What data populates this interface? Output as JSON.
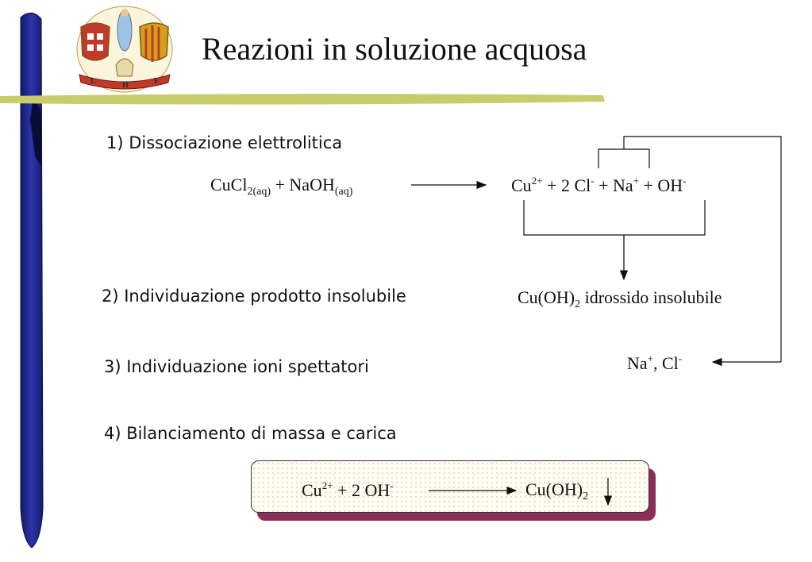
{
  "slide": {
    "title": "Reazioni in soluzione acquosa",
    "logo_letters": [
      "L",
      "H",
      "E"
    ]
  },
  "steps": [
    {
      "label": "1) Dissociazione elettrolitica"
    },
    {
      "label": "2) Individuazione prodotto insolubile"
    },
    {
      "label": "3) Individuazione ioni spettatori"
    },
    {
      "label": "4) Bilanciamento di massa e carica"
    }
  ],
  "reaction": {
    "reactant1": "CuCl",
    "reactant1_sub": "2(aq)",
    "plus1": " + NaOH",
    "reactant2_sub": "(aq)",
    "ions": {
      "cu": "Cu",
      "cu_charge": "2+",
      "cl": " + 2 Cl",
      "cl_charge": "-",
      "na": " + Na",
      "na_charge": "+",
      "oh": " + OH",
      "oh_charge": "-"
    }
  },
  "insoluble": {
    "formula": "Cu(OH)",
    "sub": "2",
    "desc": " idrossido insolubile"
  },
  "spectators": {
    "na": "Na",
    "na_charge": "+",
    "cl": ", Cl",
    "cl_charge": "-"
  },
  "net_ionic": {
    "cu": "Cu",
    "cu_charge": "2+",
    "oh": " + 2 OH",
    "oh_charge": "-",
    "product": "Cu(OH)",
    "product_sub": "2"
  },
  "colors": {
    "left_bar": "#1f2a8a",
    "underline": "#c8cc6a",
    "box_shadow": "#8b2f5a",
    "box_fill": "#fffdf3"
  }
}
